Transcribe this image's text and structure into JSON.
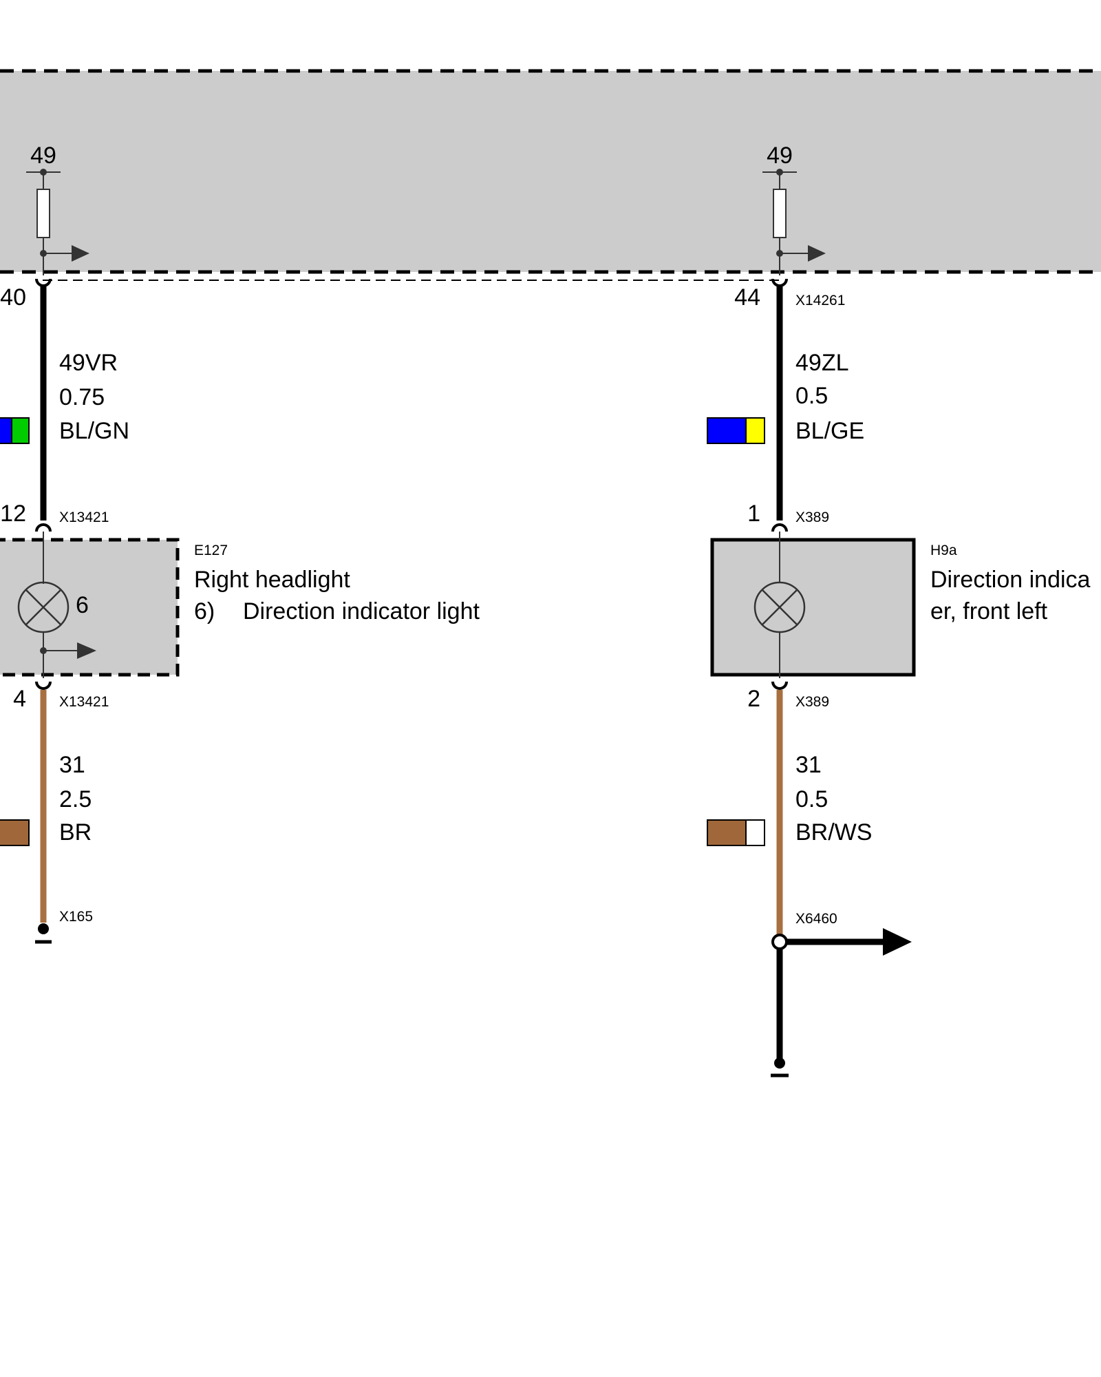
{
  "colors": {
    "module_fill": "#cccccc",
    "wire_black": "#000000",
    "wire_brown": "#a87040",
    "blue": "#0000ff",
    "green": "#00cc00",
    "yellow": "#ffff00",
    "white": "#ffffff"
  },
  "module": {
    "left_fuse_terminal": "49",
    "right_fuse_terminal": "49"
  },
  "left_circuit": {
    "module_pin": "40",
    "upper_wire": {
      "signal": "49VR",
      "gauge": "0.75",
      "color_code": "BL/GN"
    },
    "connector_top": {
      "pin": "12",
      "name": "X13421"
    },
    "component": {
      "id": "E127",
      "title": "Right headlight",
      "item_number": "6)",
      "item_name": "Direction indicator light",
      "lamp_label": "6"
    },
    "connector_bottom": {
      "pin": "4",
      "name": "X13421"
    },
    "lower_wire": {
      "signal": "31",
      "gauge": "2.5",
      "color_code": "BR"
    },
    "ground": {
      "name": "X165"
    }
  },
  "right_circuit": {
    "module_pin": "44",
    "module_connector": "X14261",
    "upper_wire": {
      "signal": "49ZL",
      "gauge": "0.5",
      "color_code": "BL/GE"
    },
    "connector_top": {
      "pin": "1",
      "name": "X389"
    },
    "component": {
      "id": "H9a",
      "title_line1": "Direction indica",
      "title_line2": "er, front left"
    },
    "connector_bottom": {
      "pin": "2",
      "name": "X389"
    },
    "lower_wire": {
      "signal": "31",
      "gauge": "0.5",
      "color_code": "BR/WS"
    },
    "splice": {
      "name": "X6460"
    }
  }
}
